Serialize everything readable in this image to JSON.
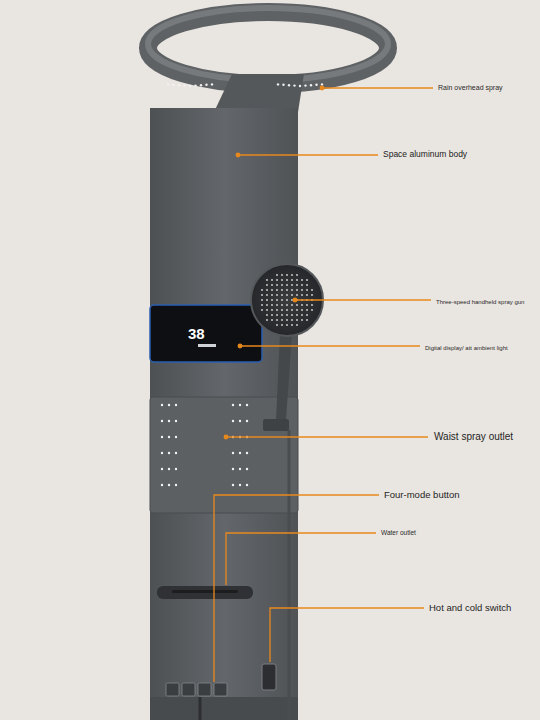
{
  "diagram": {
    "labels": [
      "Rain overhead spray",
      "Space aluminum body",
      "Three-speed handheld spray gun",
      "Digital display/ att ambient light",
      "Waist spray outlet",
      "Four-mode button",
      "Water outlet",
      "Hot and cold switch",
      "38"
    ]
  }
}
